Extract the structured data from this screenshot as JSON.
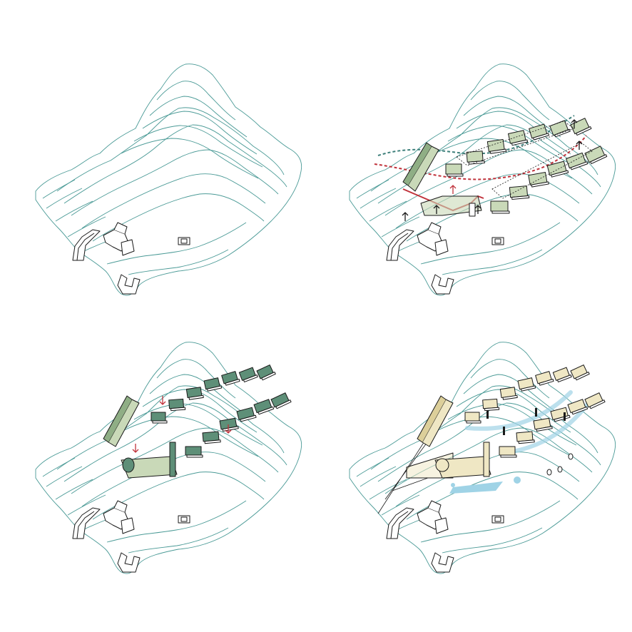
{
  "colors": {
    "contour": "#4a9a96",
    "outline": "#1a1a1a",
    "sage": "#c9d9b8",
    "sage_dark": "#8fae85",
    "dark_green": "#5e8f78",
    "red_path": "#c0323b",
    "teal_dash": "#3d7f7a",
    "cream": "#efe7c4",
    "light_blue": "#9fd3e6",
    "paper": "#ffffff"
  },
  "panels": [
    {
      "id": "existing-site",
      "stage": "topography"
    },
    {
      "id": "circulation-strategy",
      "stage": "paths-and-terraces"
    },
    {
      "id": "massing",
      "stage": "building-volumes"
    },
    {
      "id": "landscape-final",
      "stage": "completed-scheme"
    }
  ],
  "icons": {
    "arrow_up": "arrow-up-icon",
    "arrow_down": "arrow-down-icon"
  }
}
